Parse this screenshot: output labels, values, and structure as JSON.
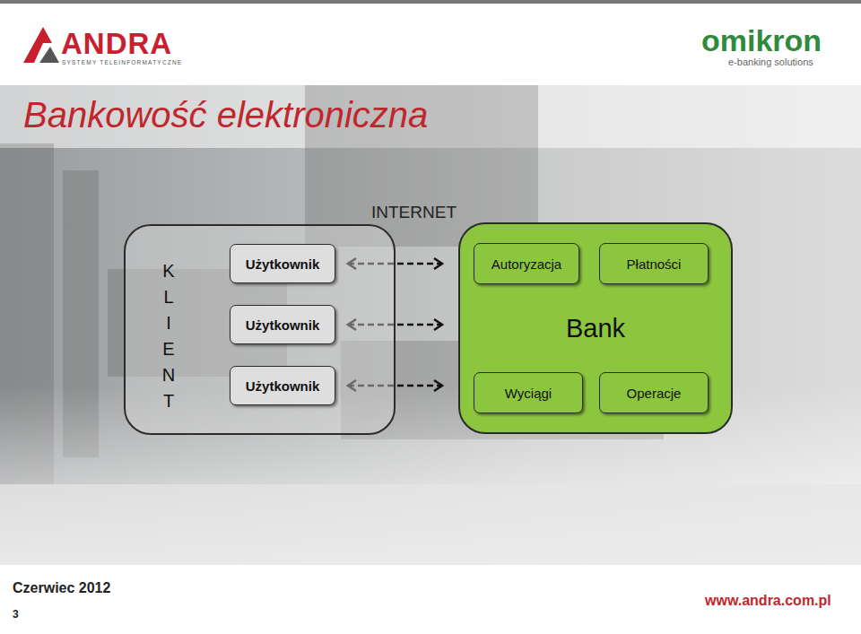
{
  "diagram": {
    "title": "Bankowość elektroniczna",
    "nodes": [
      {
        "text": [
          "K L I E N T"
        ]
      },
      {
        "text": [
          "Użytkownik"
        ],
        "in": 0
      },
      {
        "text": [
          "Użytkownik"
        ],
        "in": 0
      },
      {
        "text": [
          "Użytkownik"
        ],
        "in": 0
      },
      {
        "text": [
          "Bank"
        ]
      },
      {
        "text": [
          "Autoryzacja"
        ],
        "in": 4
      },
      {
        "text": [
          "Płatności"
        ],
        "in": 4
      },
      {
        "text": [
          "Wyciągi"
        ],
        "in": 4
      },
      {
        "text": [
          "Operacje"
        ],
        "in": 4
      }
    ],
    "edges": [
      {
        "from": 1,
        "to": 4,
        "arrow": "both"
      },
      {
        "from": 2,
        "to": 4,
        "arrow": "both"
      },
      {
        "from": 3,
        "to": 4,
        "arrow": "both"
      }
    ],
    "labels": [
      "ANDRA",
      "SYSTEMY TELEINFORMATYCZNE",
      "omikron",
      "e-banking solutions",
      "INTERNET",
      "Czerwiec 2012",
      "3",
      "www.andra.com.pl"
    ]
  }
}
